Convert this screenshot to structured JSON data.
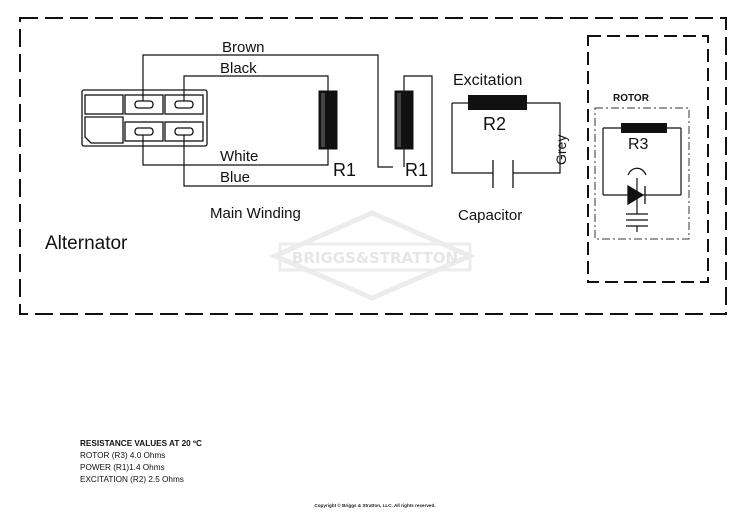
{
  "diagram": {
    "wire_labels": {
      "brown": "Brown",
      "black": "Black",
      "white": "White",
      "blue": "Blue",
      "grey": "Grey"
    },
    "components": {
      "r1_main": "R1",
      "r1_second": "R1",
      "r2": "R2",
      "r3": "R3",
      "excitation": "Excitation",
      "capacitor": "Capacitor",
      "main_winding": "Main Winding",
      "rotor": "ROTOR",
      "alternator": "Alternator"
    },
    "watermark": "BRIGGS&STRATTON"
  },
  "resistance": {
    "heading": "RESISTANCE VALUES AT 20 ºC",
    "rows": [
      "ROTOR (R3) 4.0 Ohms",
      "POWER (R1)1.4 Ohms",
      "EXCITATION (R2) 2.5 Ohms"
    ]
  },
  "copyright": "Copyright © Briggs & Stratton, LLC. All rights reserved."
}
